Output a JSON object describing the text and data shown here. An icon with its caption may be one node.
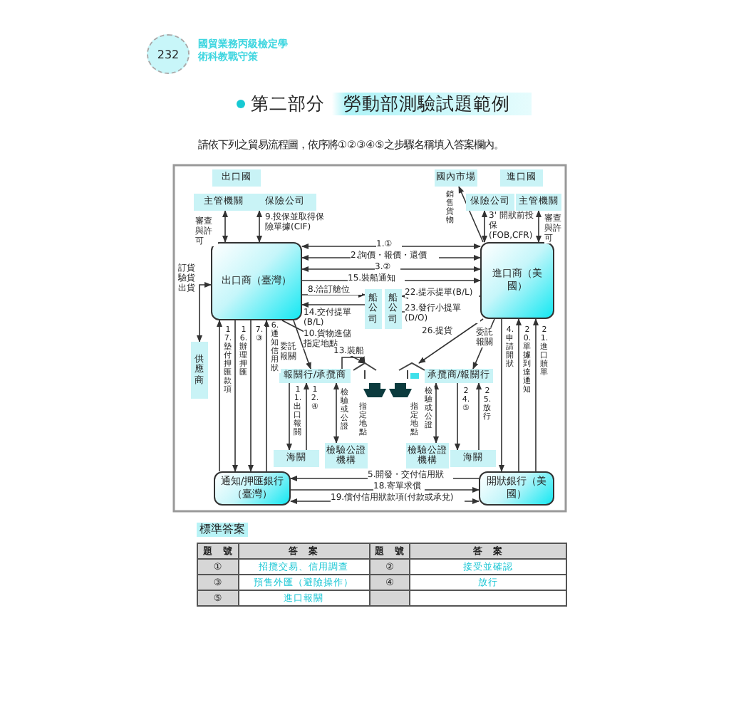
{
  "diagram": {
    "title": "第二部分　勞動部測驗試題範例",
    "nodes": [
      {
        "text": [
          "出口國"
        ]
      },
      {
        "text": [
          "主管機關"
        ]
      },
      {
        "text": [
          "保險公司"
        ]
      },
      {
        "text": [
          "出口商（臺灣）"
        ]
      },
      {
        "text": [
          "供應商"
        ]
      },
      {
        "text": [
          "船公司"
        ]
      },
      {
        "text": [
          "船公司"
        ]
      },
      {
        "text": [
          "報關行/承攬商"
        ]
      },
      {
        "text": [
          "海關"
        ]
      },
      {
        "text": [
          "檢驗公證機構"
        ]
      },
      {
        "text": [
          "通知/押匯銀行（臺灣）"
        ]
      },
      {
        "text": [
          "國內市場"
        ]
      },
      {
        "text": [
          "進口國"
        ]
      },
      {
        "text": [
          "保險公司"
        ]
      },
      {
        "text": [
          "主管機關"
        ]
      },
      {
        "text": [
          "進口商（美國）"
        ]
      },
      {
        "text": [
          "承攬商/報關行"
        ]
      },
      {
        "text": [
          "檢驗公證機構"
        ]
      },
      {
        "text": [
          "海關"
        ]
      },
      {
        "text": [
          "開狀銀行（美國）"
        ]
      },
      {
        "text": [],
        "shape": "picture"
      }
    ],
    "edges": [
      {
        "from": 1,
        "to": 3,
        "arrow": "both",
        "label": "審查與許可"
      },
      {
        "from": 2,
        "to": 3,
        "arrow": "both",
        "label": "9.投保並取得保險單據(CIF)"
      },
      {
        "from": 3,
        "to": 4,
        "arrow": "both",
        "label": "訂貨驗貨出貨"
      },
      {
        "from": 3,
        "to": 15,
        "arrow": "both",
        "label": "1.①"
      },
      {
        "from": 3,
        "to": 15,
        "arrow": "both",
        "label": "2.詢價・報價・還價"
      },
      {
        "from": 3,
        "to": 15,
        "arrow": "both",
        "label": "3.②"
      },
      {
        "from": 3,
        "to": 15,
        "arrow": "to",
        "label": "15.裝船通知"
      },
      {
        "from": 3,
        "to": 5,
        "arrow": "to",
        "label": "8.洽訂艙位"
      },
      {
        "from": 5,
        "to": 3,
        "arrow": "to",
        "label": "14.交付提單(B/L)"
      },
      {
        "from": 15,
        "to": 6,
        "arrow": "to",
        "label": "22.提示提單(B/L)"
      },
      {
        "from": 6,
        "to": 15,
        "arrow": "to",
        "label": "23.發行小提單(D/O)"
      },
      {
        "from": 3,
        "to": 20,
        "arrow": "to",
        "label": "10.貨物進儲指定地點"
      },
      {
        "from": 3,
        "to": 7,
        "arrow": "to",
        "label": "委託報關"
      },
      {
        "from": 7,
        "to": 20,
        "arrow": "to",
        "label": "13.裝船"
      },
      {
        "from": 7,
        "to": 8,
        "arrow": "to",
        "label": "11.出口報關"
      },
      {
        "from": 8,
        "to": 7,
        "arrow": "to",
        "label": "12.④"
      },
      {
        "from": 9,
        "to": 7,
        "arrow": "both",
        "label": "檢驗或公證"
      },
      {
        "from": 10,
        "to": 3,
        "arrow": "to",
        "label": "17.墊付押匯款項"
      },
      {
        "from": 3,
        "to": 10,
        "arrow": "to",
        "label": "16.辦理押匯"
      },
      {
        "from": 3,
        "to": 10,
        "arrow": "to",
        "label": "7.③"
      },
      {
        "from": 10,
        "to": 3,
        "arrow": "to",
        "label": "6.通知信用狀"
      },
      {
        "from": 15,
        "to": 16,
        "arrow": "to",
        "label": "委託報關"
      },
      {
        "from": 15,
        "to": 20,
        "arrow": "to",
        "label": "26.提貨"
      },
      {
        "from": 17,
        "to": 16,
        "arrow": "both",
        "label": "檢驗或公證"
      },
      {
        "from": 16,
        "to": 18,
        "arrow": "to",
        "label": "24.⑤"
      },
      {
        "from": 18,
        "to": 16,
        "arrow": "to",
        "label": "25.放行"
      },
      {
        "from": 15,
        "to": 19,
        "arrow": "to",
        "label": "4.申請開狀"
      },
      {
        "from": 19,
        "to": 15,
        "arrow": "to",
        "label": "20.單據到達通知"
      },
      {
        "from": 19,
        "to": 15,
        "arrow": "to",
        "label": "21.進口贖單"
      },
      {
        "from": 19,
        "to": 10,
        "arrow": "to",
        "label": "5.開發・交付信用狀"
      },
      {
        "from": 10,
        "to": 19,
        "arrow": "to",
        "label": "18.寄單求償"
      },
      {
        "from": 19,
        "to": 10,
        "arrow": "both",
        "label": "19.償付信用狀款項(付款或承兌)"
      },
      {
        "from": 15,
        "to": 11,
        "arrow": "to",
        "label": "銷售貨物"
      },
      {
        "from": 13,
        "to": 15,
        "arrow": "both",
        "label": "3' 開狀前投保(FOB,CFR)"
      },
      {
        "from": 14,
        "to": 15,
        "arrow": "both",
        "label": "審查與許可"
      }
    ],
    "labels": [
      "232",
      "國貿業務丙級檢定學術科教戰守策",
      "請依下列之貿易流程圖，依序將①②③④⑤之步驟名稱填入答案欄內。",
      "指定地點",
      "指定地點",
      "標準答案",
      "題　號",
      "答　案",
      "題　號",
      "答　案",
      "①",
      "招攬交易、信用調查",
      "②",
      "接受並確認",
      "③",
      "預售外匯（避險操作）",
      "④",
      "放行",
      "⑤",
      "進口報關"
    ]
  }
}
